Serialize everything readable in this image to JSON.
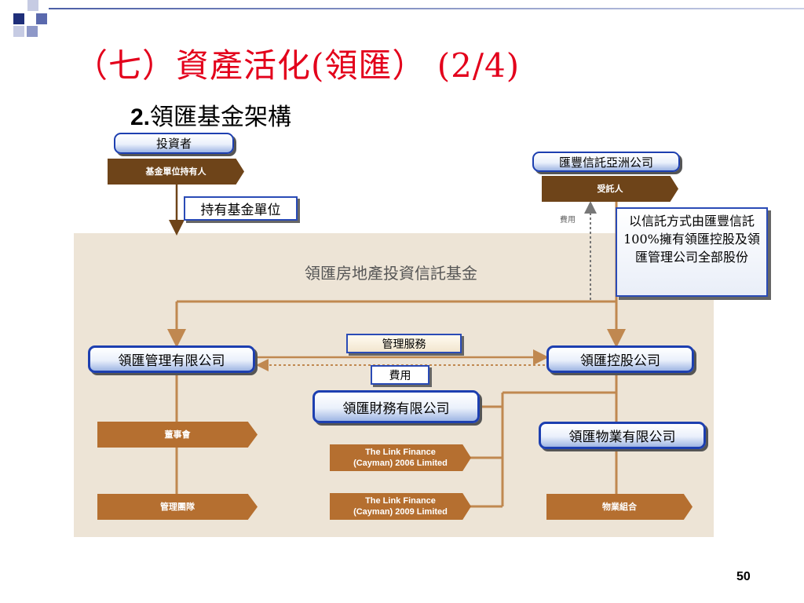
{
  "slide": {
    "title": "（七）資產活化(領匯） (2/4)",
    "subtitle_num": "2.",
    "subtitle_text": "領匯基金架構",
    "page_number": "50"
  },
  "diagram": {
    "investor": "投資者",
    "unitholders": "基金單位持有人",
    "hold_units": "持有基金單位",
    "trustee_company": "匯豐信託亞洲公司",
    "trustee": "受託人",
    "fee_small": "費用",
    "trustee_note": "以信託方式由匯豐信託100%擁有領匯控股及領匯管理公司全部股份",
    "fund_name": "領匯房地產投資信託基金",
    "manager": "領匯管理有限公司",
    "holdings": "領匯控股公司",
    "management_services": "管理服務",
    "fee": "費用",
    "finance": "領匯財務有限公司",
    "properties_co": "領匯物業有限公司",
    "board": "董事會",
    "mgmt_team": "管理團隊",
    "link_finance_2006": "The Link Finance\n(Cayman) 2006 Limited",
    "link_finance_2009": "The Link Finance\n(Cayman) 2009 Limited",
    "portfolio": "物業組合"
  },
  "colors": {
    "title": "#e3001b",
    "pill_border": "#1d3fb0",
    "banner_dark": "#6e4419",
    "banner_light": "#b56f30",
    "connector": "#c08850",
    "fund_background": "#ede4d6"
  },
  "icons": [
    "decorative-squares-icon"
  ]
}
